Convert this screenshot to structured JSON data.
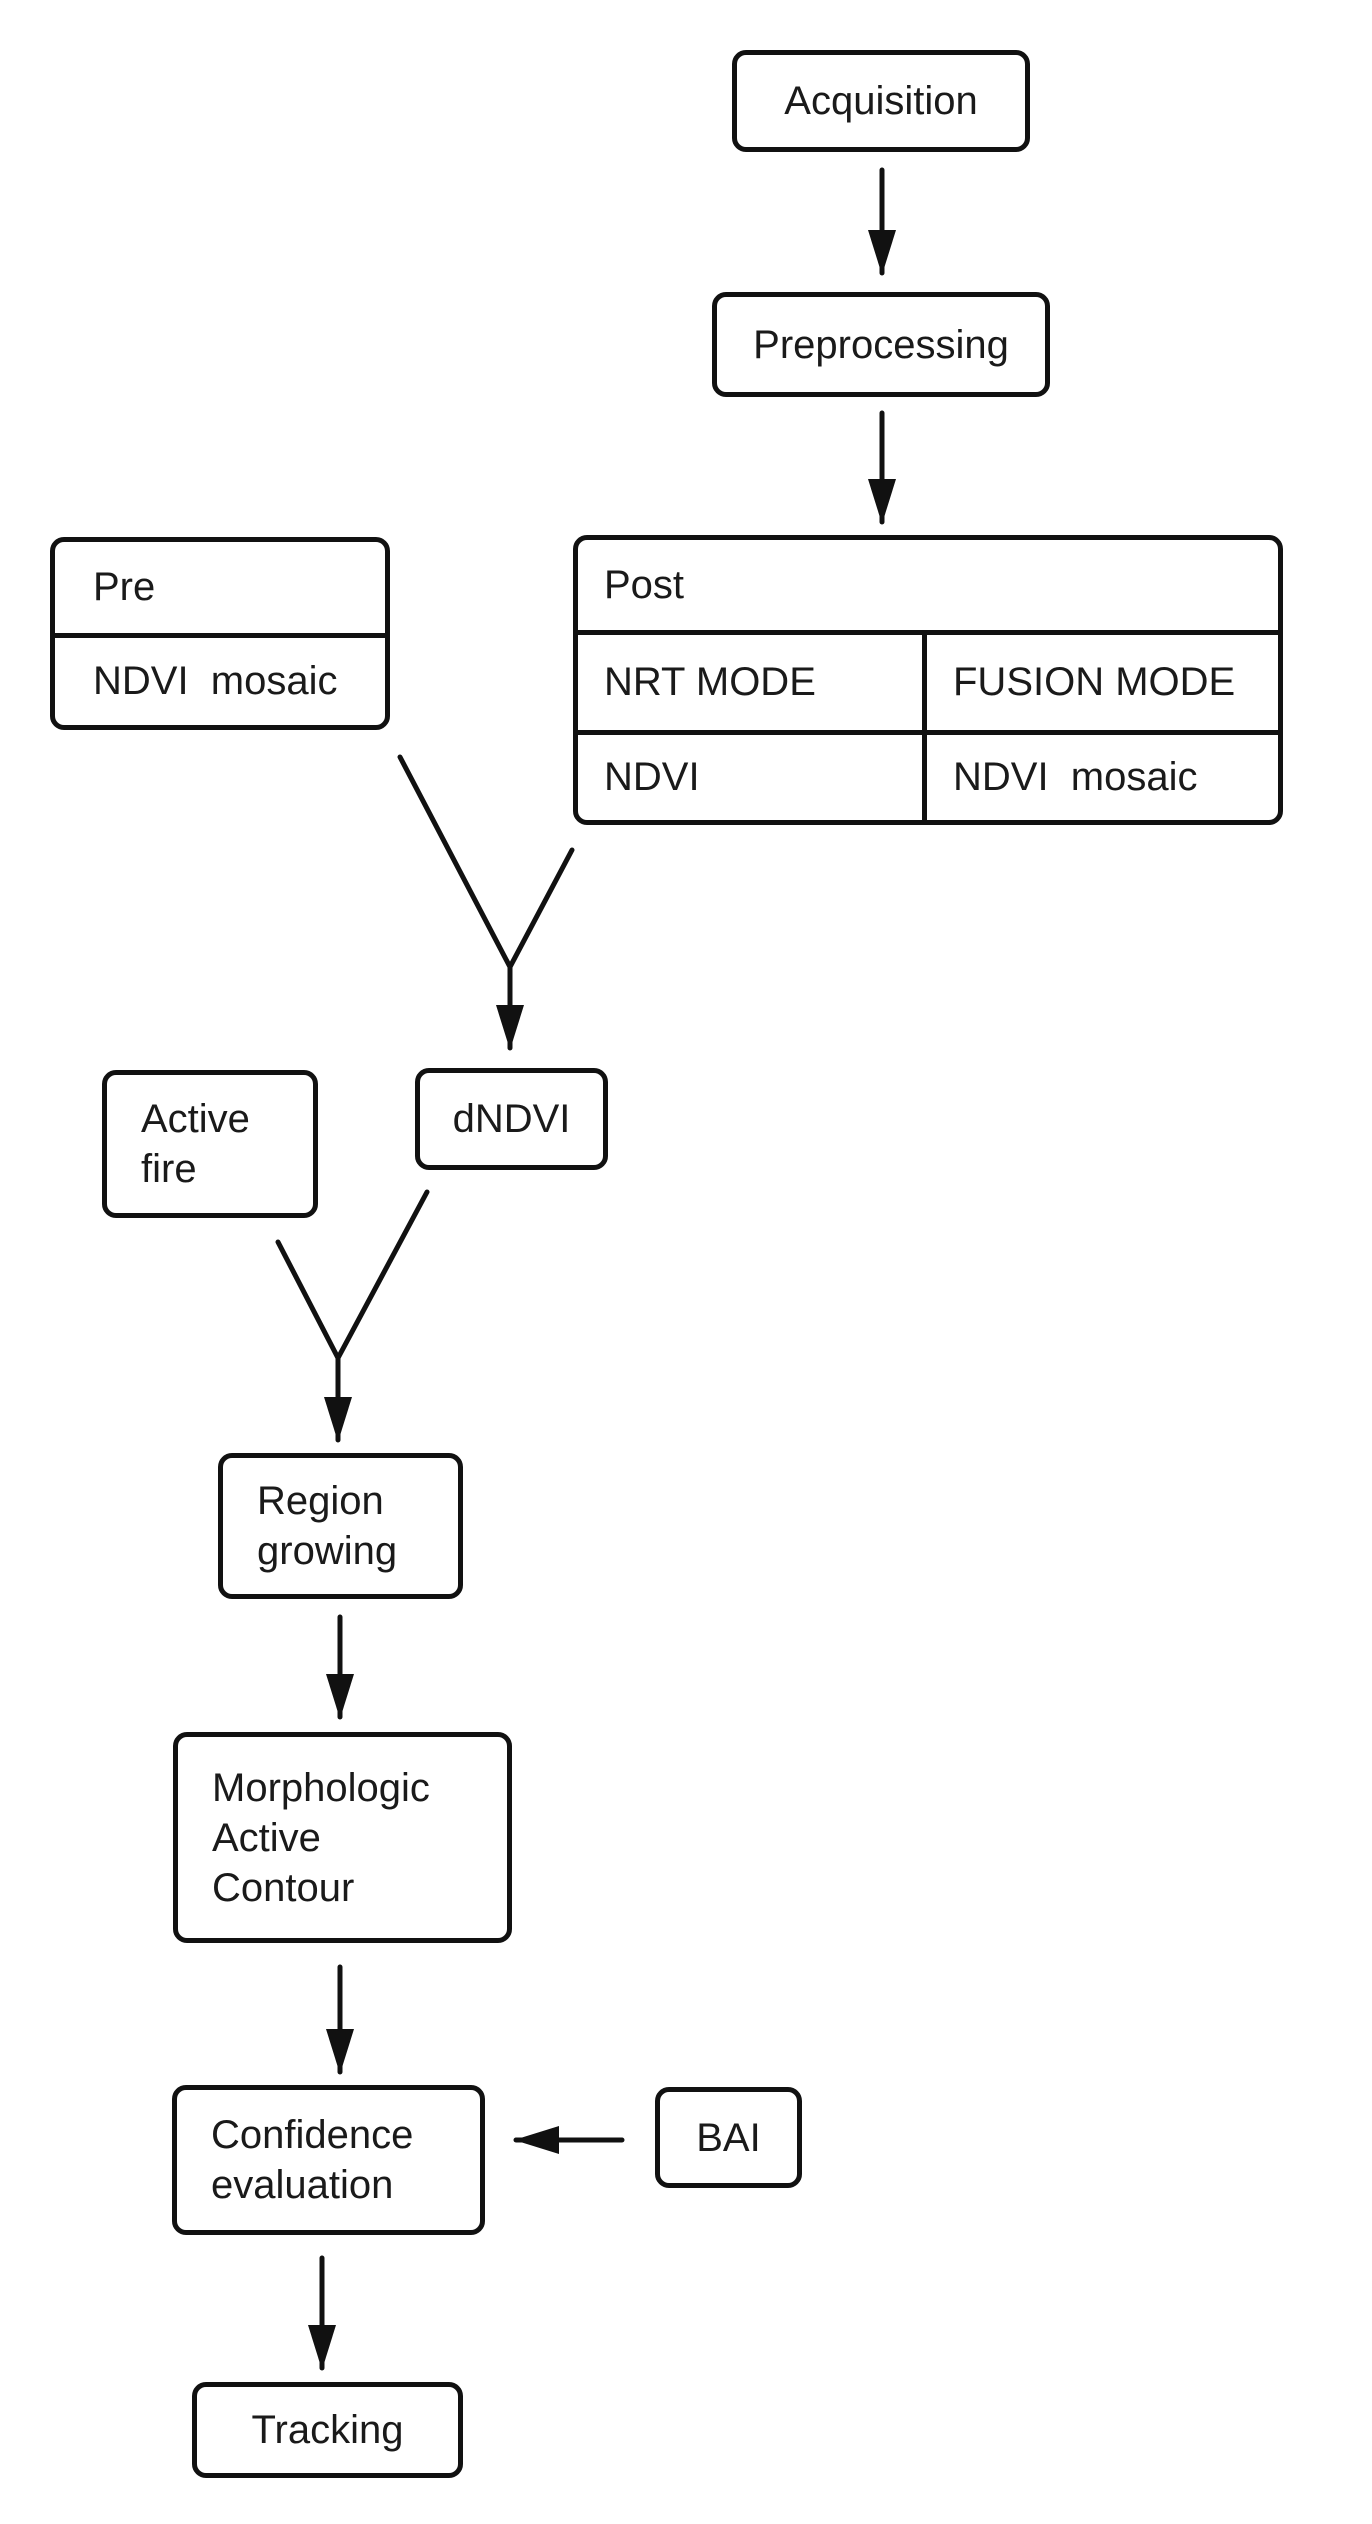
{
  "diagram": {
    "acquisition": {
      "label": "Acquisition"
    },
    "preprocessing": {
      "label": "Preprocessing"
    },
    "post": {
      "title": "Post",
      "cells": [
        [
          "NRT MODE",
          "FUSION MODE"
        ],
        [
          "NDVI",
          "NDVI  mosaic"
        ]
      ]
    },
    "pre": {
      "title": "Pre",
      "cell": "NDVI  mosaic"
    },
    "active_fire": {
      "label": "Active\nfire"
    },
    "dndvi": {
      "label": "dNDVI"
    },
    "region_growing": {
      "label": "Region\ngrowing"
    },
    "morphologic": {
      "label": "Morphologic\nActive\nContour"
    },
    "confidence": {
      "label": "Confidence\nevaluation"
    },
    "bai": {
      "label": "BAI"
    },
    "tracking": {
      "label": "Tracking"
    }
  },
  "colors": {
    "line": "#111111",
    "background": "#ffffff",
    "text": "#1a1a1a"
  }
}
